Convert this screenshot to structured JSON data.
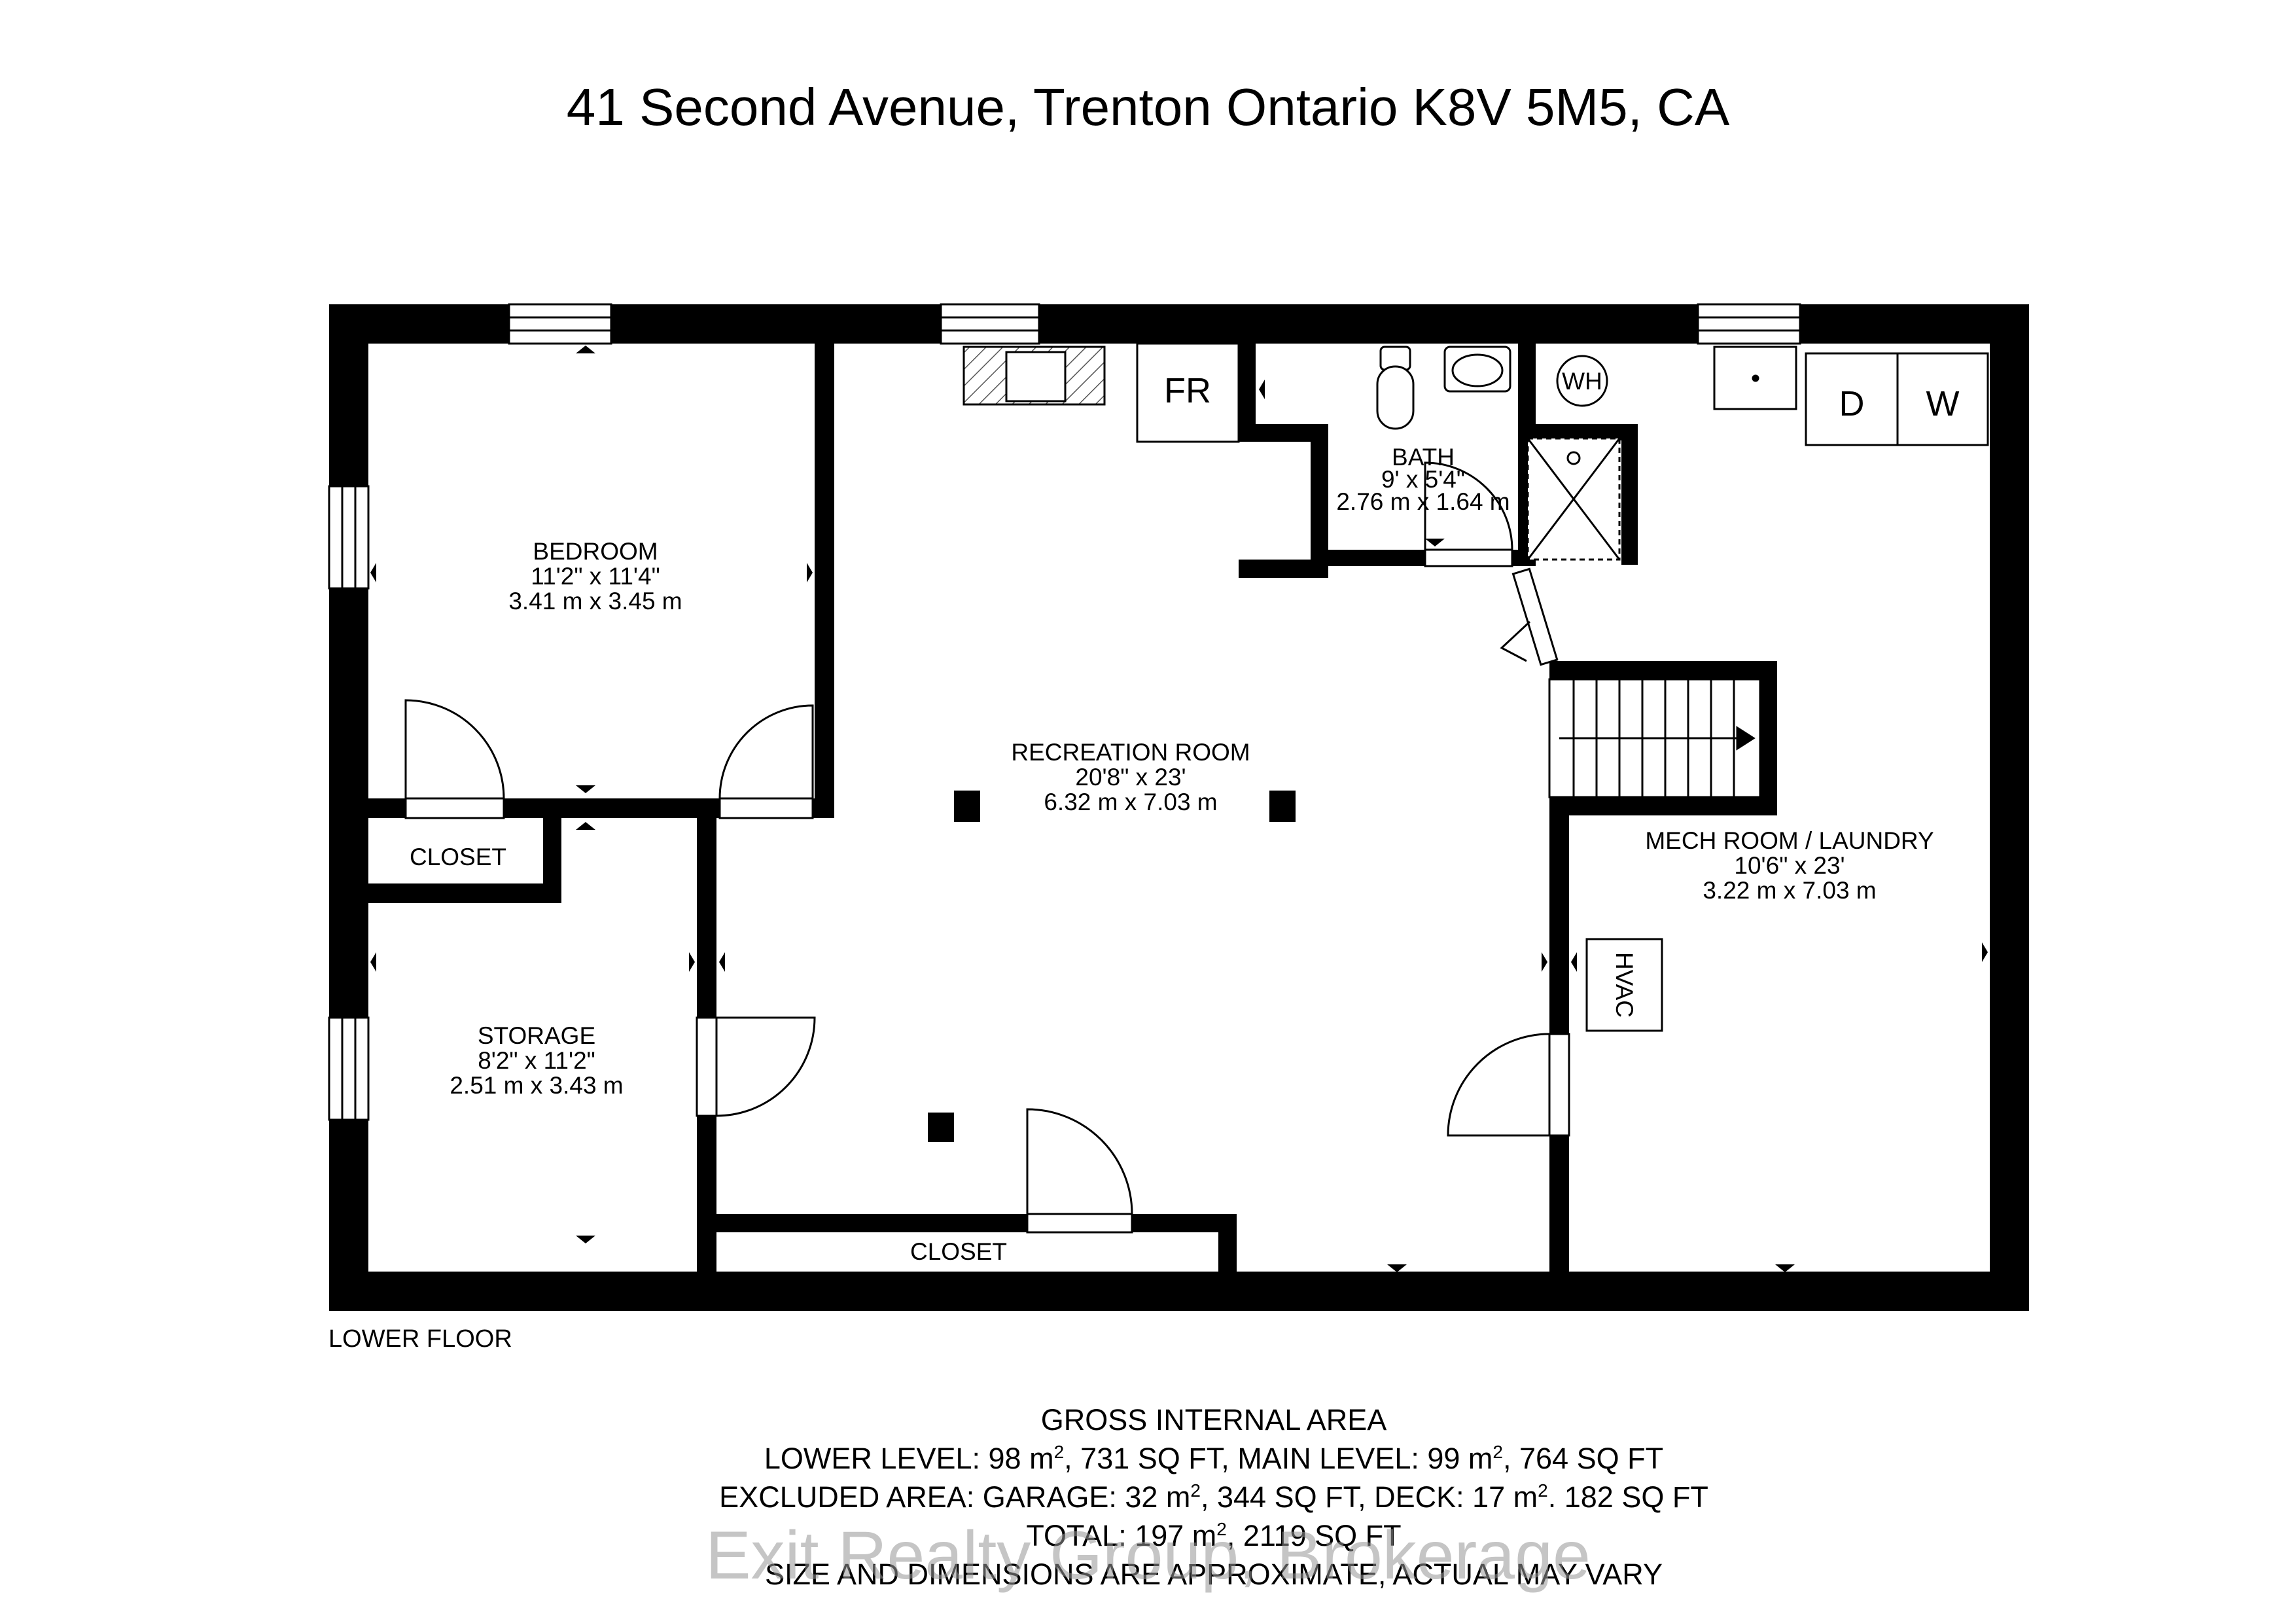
{
  "title": "41 Second Avenue, Trenton Ontario K8V 5M5, CA",
  "floor_label": "LOWER FLOOR",
  "rooms": {
    "bedroom": {
      "name": "BEDROOM",
      "imperial": "11'2\" x 11'4\"",
      "metric": "3.41 m x 3.45 m"
    },
    "recreation": {
      "name": "RECREATION ROOM",
      "imperial": "20'8\" x 23'",
      "metric": "6.32 m x 7.03 m"
    },
    "bath": {
      "name": "BATH",
      "imperial": "9' x 5'4\"",
      "metric": "2.76 m x 1.64 m"
    },
    "mech": {
      "name": "MECH ROOM / LAUNDRY",
      "imperial": "10'6\" x 23'",
      "metric": "3.22 m x 7.03 m"
    },
    "storage": {
      "name": "STORAGE",
      "imperial": "8'2\" x 11'2\"",
      "metric": "2.51 m x 3.43 m"
    },
    "closet_upper": "CLOSET",
    "closet_lower": "CLOSET"
  },
  "fixtures": {
    "fr": "FR",
    "wh": "WH",
    "dryer": "D",
    "washer": "W",
    "hvac": "HVAC"
  },
  "area": {
    "heading": "GROSS INTERNAL AREA",
    "lower_a": "LOWER LEVEL: 98 m",
    "lower_b": ", 731 SQ FT, MAIN LEVEL: 99 m",
    "lower_c": ", 764 SQ FT",
    "excl_a": "EXCLUDED AREA: GARAGE: 32 m",
    "excl_b": ", 344 SQ FT, DECK: 17 m",
    "excl_c": ". 182 SQ FT",
    "total_a": "TOTAL: 197 m",
    "total_b": ", 2119 SQ FT",
    "disclaimer": "SIZE AND DIMENSIONS ARE APPROXIMATE, ACTUAL MAY VARY",
    "sup": "2"
  },
  "watermark": "Exit Realty Group, Brokerage"
}
